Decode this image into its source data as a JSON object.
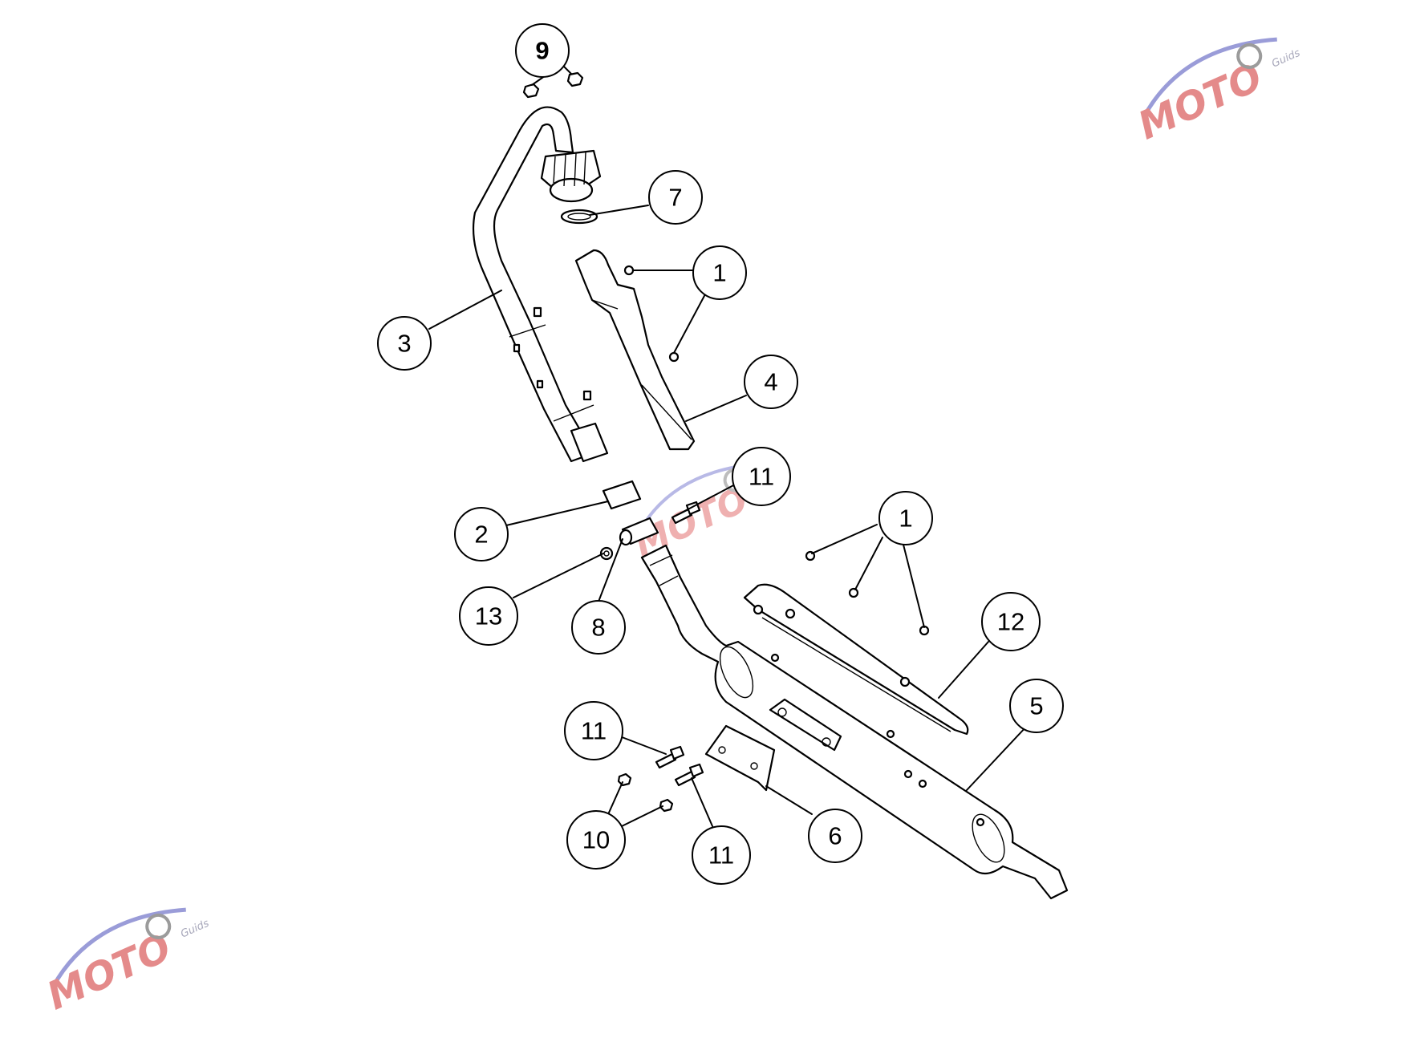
{
  "diagram": {
    "callouts": [
      {
        "id": "c9",
        "label": "9"
      },
      {
        "id": "c7",
        "label": "7"
      },
      {
        "id": "c1a",
        "label": "1"
      },
      {
        "id": "c3",
        "label": "3"
      },
      {
        "id": "c4",
        "label": "4"
      },
      {
        "id": "c11a",
        "label": "11"
      },
      {
        "id": "c2",
        "label": "2"
      },
      {
        "id": "c1b",
        "label": "1"
      },
      {
        "id": "c13",
        "label": "13"
      },
      {
        "id": "c8",
        "label": "8"
      },
      {
        "id": "c12",
        "label": "12"
      },
      {
        "id": "c5",
        "label": "5"
      },
      {
        "id": "c11b",
        "label": "11"
      },
      {
        "id": "c6",
        "label": "6"
      },
      {
        "id": "c10",
        "label": "10"
      },
      {
        "id": "c11c",
        "label": "11"
      }
    ]
  },
  "watermark": {
    "brand": "MOTO",
    "tagline": "Guids",
    "colors": {
      "arc": "#9a9cd8",
      "text": "#e48a8a",
      "gear": "#9b9b9b"
    }
  }
}
